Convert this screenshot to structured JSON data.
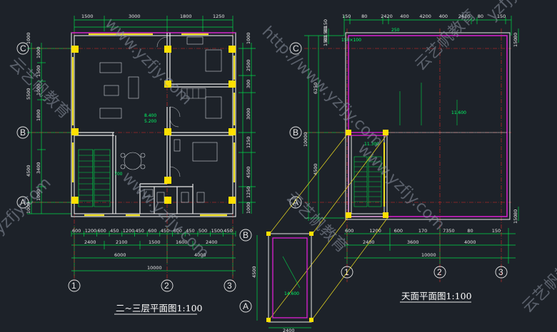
{
  "drawing": {
    "left_plan_title": "二~三层平面图1:100",
    "right_plan_title": "天面平面图1:100"
  },
  "grid_labels": {
    "left_rows": [
      "C",
      "B",
      "A"
    ],
    "left_cols": [
      "1",
      "2",
      "3"
    ],
    "right_rows": [
      "C",
      "B",
      "A"
    ],
    "right_cols": [
      "1",
      "2",
      "3"
    ],
    "stair_rows": [
      "B",
      "A"
    ]
  },
  "left_dims": {
    "top": [
      "1500",
      "3000",
      "1800",
      "1250"
    ],
    "bottom1": [
      "600",
      "1200",
      "600",
      "450",
      "1200",
      "450",
      "600",
      "450",
      "600",
      "450",
      "500",
      "1500",
      "450"
    ],
    "bottom2": [
      "2400",
      "2100",
      "1500",
      "1600",
      "2400"
    ],
    "bottom3": [
      "6000",
      "4000"
    ],
    "bottom4": [
      "10000"
    ],
    "left_outer": [
      "1000",
      "5500",
      "4500",
      "1000"
    ],
    "left_inner": [
      "1000",
      "1500",
      "1000",
      "1800",
      "3400",
      "1000"
    ],
    "right_side": [
      "1000",
      "2500",
      "300",
      "3000",
      "1250",
      "4500",
      "1250",
      "1000"
    ],
    "levels": [
      "8.400",
      "5.200",
      "700"
    ]
  },
  "right_dims": {
    "top": [
      "150",
      "80",
      "2420",
      "400",
      "4200",
      "400",
      "2420",
      "80",
      "150"
    ],
    "bottom1": [
      "600",
      "1200",
      "600",
      "170",
      "7350",
      "80",
      "150"
    ],
    "bottom2": [
      "2400",
      "3600",
      "4000"
    ],
    "bottom3": [
      "10000"
    ],
    "left_outer": [
      "10000",
      "6250",
      "4500"
    ],
    "left_inner": [
      "150",
      "80",
      "150",
      "80",
      "150"
    ],
    "right_side": [
      "80",
      "150",
      "80",
      "150"
    ],
    "levels": [
      "11.600",
      "11.300",
      "150×100",
      "250"
    ]
  },
  "stair_detail": {
    "dims": [
      "4500",
      "2400"
    ],
    "level": "14.600"
  },
  "watermark": {
    "brand": "云艺帆教育",
    "url1": "http://www.yzfjy.com",
    "url2": "www.yzfjy.com",
    "url3": "yzfjy.com"
  }
}
